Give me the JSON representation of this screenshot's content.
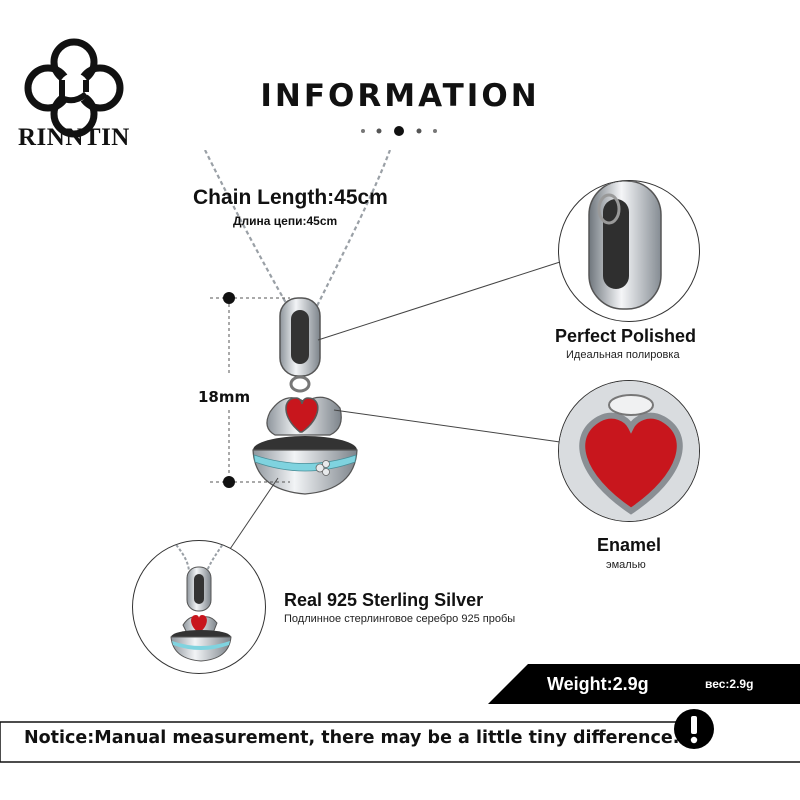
{
  "brand": {
    "name": "RINNTIN",
    "logo_icon": "quatrefoil-logo-icon"
  },
  "header": {
    "title": "INFORMATION",
    "dots_count": 5
  },
  "chain": {
    "length_label": "Chain Length:45cm",
    "length_label_ru": "Длина цепи:45cm"
  },
  "dimension": {
    "size_label": "18mm"
  },
  "features": {
    "polished": {
      "title": "Perfect  Polished",
      "subtitle": "Идеальная полировка"
    },
    "enamel": {
      "title": "Enamel",
      "subtitle": "эмалью"
    },
    "silver": {
      "title": "Real 925  Sterling  Silver",
      "subtitle": "Подлинное стерлинговое серебро 925 пробы"
    }
  },
  "weight": {
    "label": "Weight:2.9g",
    "label_ru": "вес:2.9g"
  },
  "notice": {
    "text": "Notice:Manual measurement, there may be a little tiny difference.",
    "icon": "exclamation-icon"
  },
  "colors": {
    "enamel_red": "#c8161d",
    "enamel_blue": "#7fd3df",
    "silver": "#c9cdd2",
    "band_black": "#000000"
  }
}
